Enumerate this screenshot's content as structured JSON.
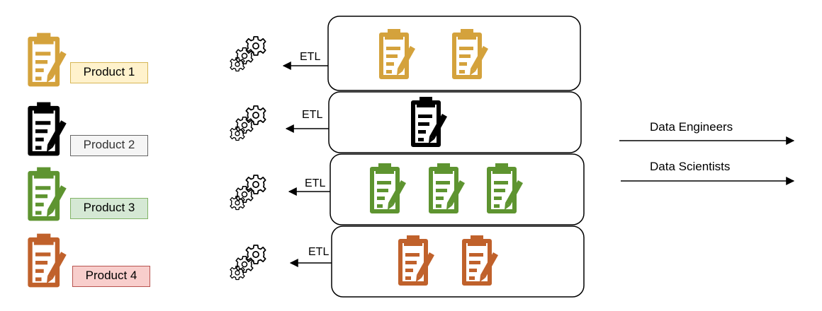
{
  "products": [
    {
      "label": "Product 1",
      "color": "#d4a23c"
    },
    {
      "label": "Product 2",
      "color": "#000000"
    },
    {
      "label": "Product 3",
      "color": "#5e9430"
    },
    {
      "label": "Product 4",
      "color": "#c0612b"
    }
  ],
  "etl_label": "ETL",
  "roles": {
    "engineers": "Data Engineers",
    "scientists": "Data Scientists"
  },
  "icons": {
    "product": "clipboard-pencil-icon",
    "process": "gears-icon"
  },
  "store_rows": [
    {
      "icon_count": 2,
      "color": "#d4a23c"
    },
    {
      "icon_count": 1,
      "color": "#000000"
    },
    {
      "icon_count": 3,
      "color": "#5e9430"
    },
    {
      "icon_count": 2,
      "color": "#c0612b"
    }
  ]
}
